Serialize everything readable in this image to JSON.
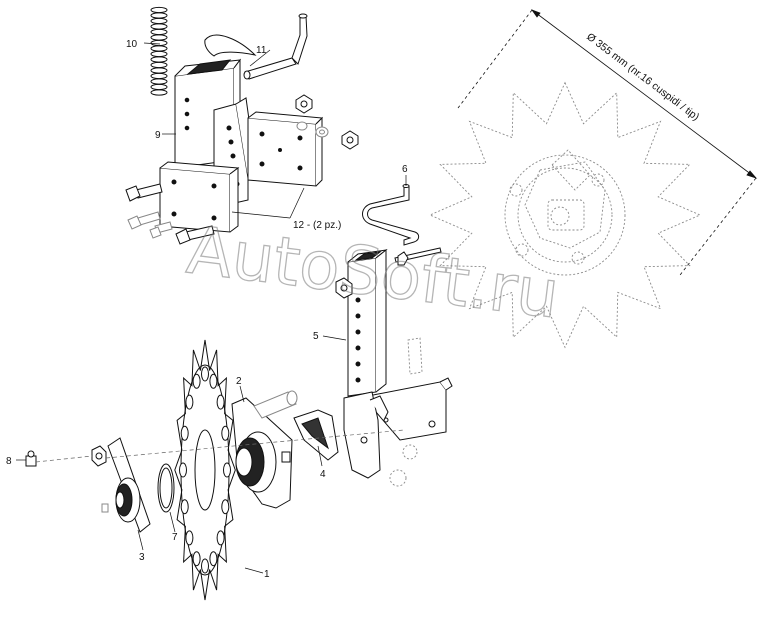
{
  "watermark": "AutoSoft.ru",
  "dimension_label": "Ø 355 mm (nr.16 cuspidi / tip)",
  "parts": [
    {
      "id": "1",
      "label": "1"
    },
    {
      "id": "2",
      "label": "2"
    },
    {
      "id": "3",
      "label": "3"
    },
    {
      "id": "4",
      "label": "4"
    },
    {
      "id": "5",
      "label": "5"
    },
    {
      "id": "6",
      "label": "6"
    },
    {
      "id": "7",
      "label": "7"
    },
    {
      "id": "8",
      "label": "8"
    },
    {
      "id": "9",
      "label": "9"
    },
    {
      "id": "10",
      "label": "10"
    },
    {
      "id": "11",
      "label": "11"
    },
    {
      "id": "12",
      "label": "12 - (2 pz.)"
    }
  ],
  "colors": {
    "line": "#111111",
    "ghost": "#9a9a9a",
    "watermark": "#7a7a7a"
  }
}
